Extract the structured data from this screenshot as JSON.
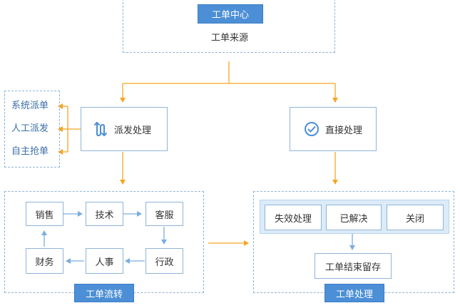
{
  "source": {
    "badge": "工单中心",
    "label": "工单来源"
  },
  "dispatch": {
    "label": "派发处理",
    "methods": [
      "系统派单",
      "人工派发",
      "自主抢单"
    ]
  },
  "direct": {
    "label": "直接处理"
  },
  "flow": {
    "title": "工单流转",
    "nodes": [
      "销售",
      "技术",
      "客服",
      "行政",
      "人事",
      "财务"
    ]
  },
  "handling": {
    "title": "工单处理",
    "outcomes": [
      "失效处理",
      "已解决",
      "关闭"
    ],
    "final": "工单结束留存"
  },
  "colors": {
    "arrow_orange": "#f5a623",
    "arrow_blue": "#7aaee0",
    "accent_blue": "#4c8fd6",
    "dashed_border": "#8fb4d9",
    "highlight_bg": "#dcebf8"
  }
}
